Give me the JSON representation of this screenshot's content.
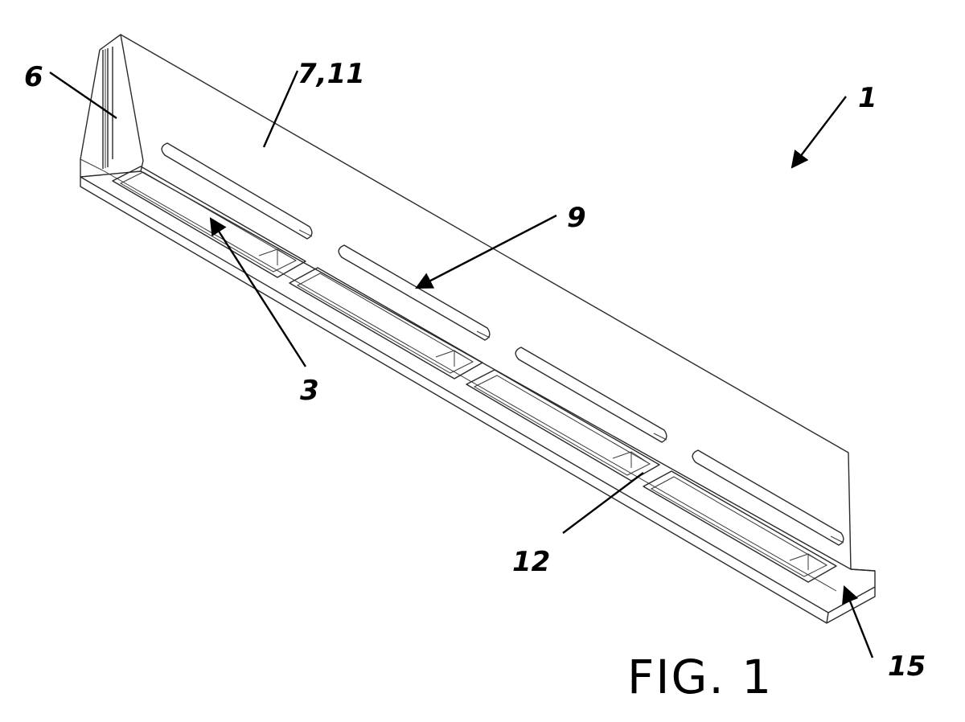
{
  "labels": {
    "l6": "6",
    "l7_11": "7,11",
    "l1": "1",
    "l9": "9",
    "l3": "3",
    "l12": "12",
    "l15": "15"
  },
  "caption": "FIG. 1",
  "colors": {
    "ink": "#000000",
    "paper": "#ffffff"
  }
}
